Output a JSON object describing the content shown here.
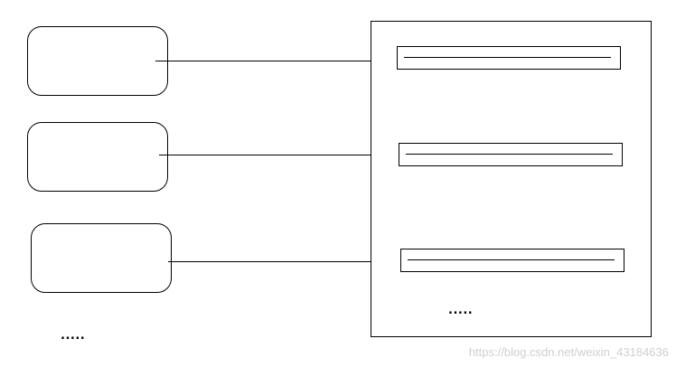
{
  "diagram": {
    "left_boxes": [
      {
        "id": "box-1"
      },
      {
        "id": "box-2"
      },
      {
        "id": "box-3"
      }
    ],
    "right_panel": {
      "slots": [
        {
          "id": "slot-1"
        },
        {
          "id": "slot-2"
        },
        {
          "id": "slot-3"
        }
      ],
      "ellipsis": "....."
    },
    "left_ellipsis": ".....",
    "connectors": [
      {
        "from": "box-1",
        "to": "slot-1"
      },
      {
        "from": "box-2",
        "to": "slot-2"
      },
      {
        "from": "box-3",
        "to": "slot-3"
      }
    ]
  },
  "watermark": "https://blog.csdn.net/weixin_43184636",
  "colors": {
    "stroke": "#000000",
    "background": "#ffffff",
    "watermark": "#cfcfcf"
  }
}
